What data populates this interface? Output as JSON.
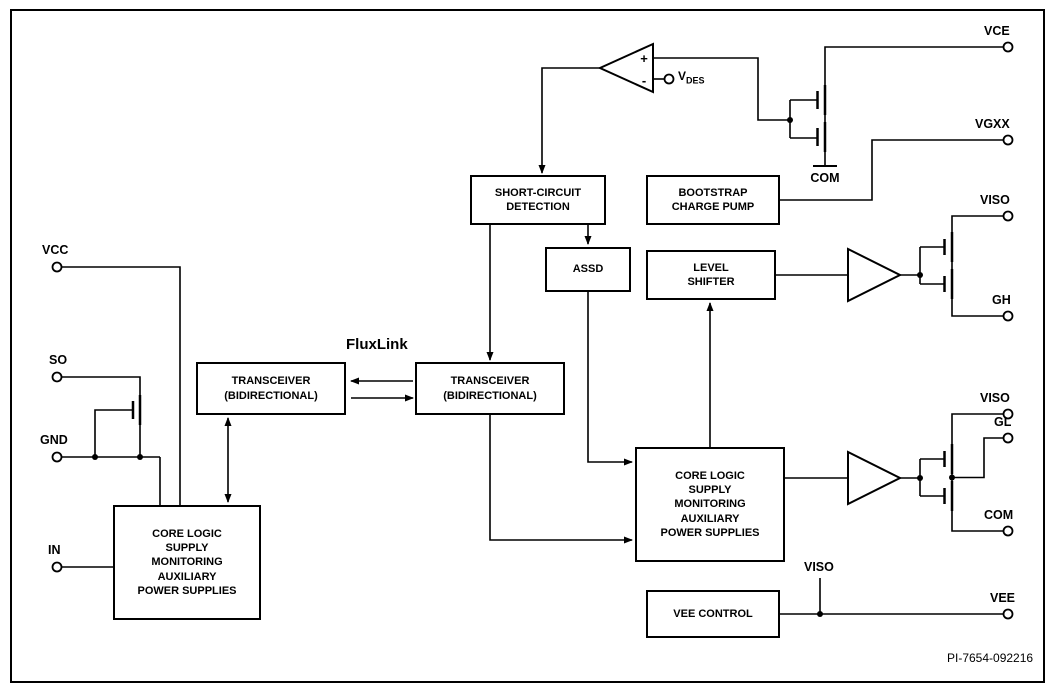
{
  "diagram": {
    "labels": {
      "fluxlink": "FluxLink",
      "code": "PI-7654-092216"
    },
    "blocks": {
      "left_core": "CORE LOGIC\nSUPPLY\nMONITORING\nAUXILIARY\nPOWER SUPPLIES",
      "transceiver_left": "TRANSCEIVER\n(BIDIRECTIONAL)",
      "transceiver_right": "TRANSCEIVER\n(BIDIRECTIONAL)",
      "short_circuit_detection": "SHORT-CIRCUIT\nDETECTION",
      "bootstrap": "BOOTSTRAP\nCHARGE PUMP",
      "assd": "ASSD",
      "level_shifter": "LEVEL\nSHIFTER",
      "right_core": "CORE LOGIC\nSUPPLY\nMONITORING\nAUXILIARY\nPOWER SUPPLIES",
      "vee_control": "VEE CONTROL"
    },
    "pins": {
      "vcc": "VCC",
      "so": "SO",
      "gnd": "GND",
      "in": "IN",
      "vce": "VCE",
      "vgxx": "VGXX",
      "viso_high": "VISO",
      "gh": "GH",
      "viso_low": "VISO",
      "gl": "GL",
      "com_right": "COM",
      "vee": "VEE",
      "com_top": "COM",
      "viso_vee": "VISO",
      "vdes_base": "V",
      "vdes_sub": "DES"
    },
    "comparator": {
      "plus": "+",
      "minus": "-"
    },
    "colors": {
      "line": "#000000",
      "background": "#ffffff"
    }
  }
}
